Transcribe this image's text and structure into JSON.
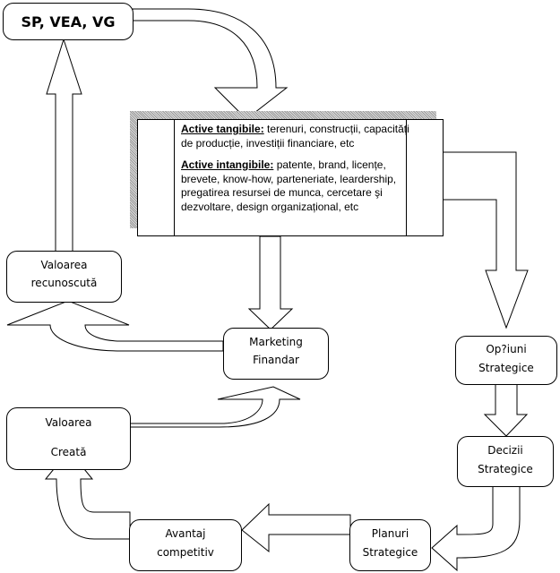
{
  "diagram": {
    "nodes": {
      "top": "SP, VEA, VG",
      "assets": {
        "tangible_label": "Active tangibile:",
        "tangible_text": " terenuri, construcții, capacități de producție, investiții financiare, etc",
        "intangible_label": "Active intangibile:",
        "intangible_text": " patente, brand, licențe, brevete, know-how, parteneriate, leardership, pregatirea resursei de munca, cercetare  şi dezvoltare, design organizațional, etc"
      },
      "valoarea_recunoscuta": [
        "Valoarea",
        "recunoscută"
      ],
      "marketing": [
        "Marketing",
        "Finandar"
      ],
      "optiuni": [
        "Op?iuni",
        "Strategice"
      ],
      "valoarea_creata": [
        "Valoarea",
        "Creată"
      ],
      "decizii": [
        "Decizii",
        "Strategice"
      ],
      "avantaj": [
        "Avantaj",
        "competitiv"
      ],
      "planuri": [
        "Planuri",
        "Strategice"
      ]
    }
  }
}
